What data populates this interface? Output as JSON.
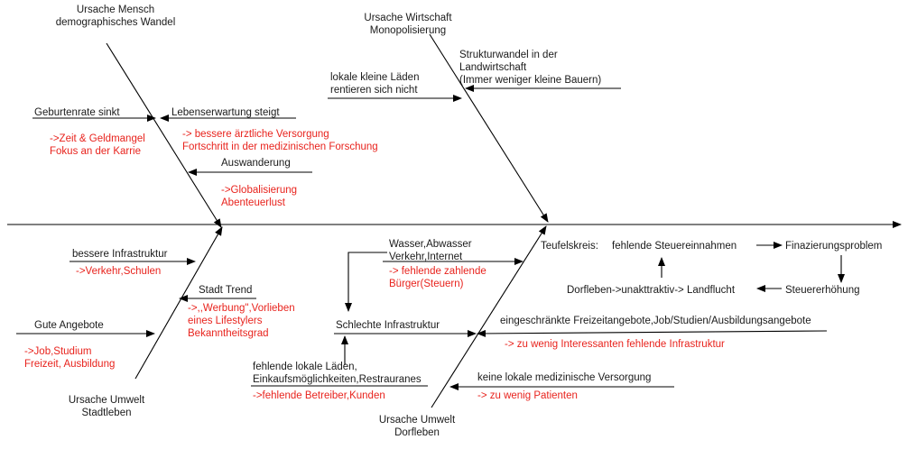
{
  "colors": {
    "line": "#000000",
    "text": "#1a1a1a",
    "note": "#e8231d"
  },
  "categories": {
    "mensch": {
      "title": [
        "Ursache Mensch",
        "demographisches Wandel"
      ]
    },
    "wirtschaft": {
      "title": [
        "Ursache Wirtschaft",
        "Monopolisierung"
      ]
    },
    "stadt": {
      "title": [
        "Ursache Umwelt",
        "Stadtleben"
      ]
    },
    "dorf": {
      "title": [
        "Ursache Umwelt",
        "Dorfleben"
      ]
    }
  },
  "causes": {
    "geburtenrate": {
      "label": [
        "Geburtenrate sinkt"
      ],
      "note": [
        "->Zeit & Geldmangel",
        "Fokus an der Karrie"
      ]
    },
    "lebenserwartung": {
      "label": [
        "Lebenserwartung steigt"
      ],
      "note": [
        "-> bessere ärztliche Versorgung",
        "Fortschritt in der medizinischen  Forschung"
      ]
    },
    "auswanderung": {
      "label": [
        "Auswanderung"
      ],
      "note": [
        "->Globalisierung",
        "Abenteuerlust"
      ]
    },
    "laeden": {
      "label": [
        "lokale kleine Läden",
        "rentieren sich nicht"
      ]
    },
    "strukturwandel": {
      "label": [
        "Strukturwandel in der",
        "Landwirtschaft",
        "(Immer weniger kleine Bauern)"
      ]
    },
    "infrastruktur_besser": {
      "label": [
        "bessere Infrastruktur"
      ],
      "note": [
        "->Verkehr,Schulen"
      ]
    },
    "trend": {
      "label": [
        "Stadt Trend"
      ],
      "note": [
        "->,,Werbung\",Vorlieben",
        "eines Lifestylers",
        "Bekanntheitsgrad"
      ]
    },
    "angebote": {
      "label": [
        "Gute Angebote"
      ],
      "note": [
        "->Job,Studium",
        "Freizeit, Ausbildung"
      ]
    },
    "wasser": {
      "label": [
        "Wasser,Abwasser",
        "Verkehr,Internet"
      ],
      "note": [
        "-> fehlende zahlende",
        "Bürger(Steuern)"
      ]
    },
    "schlechte_infra": {
      "label": [
        "Schlechte Infrastruktur"
      ]
    },
    "fehlende_laeden": {
      "label": [
        "fehlende lokale Läden,",
        "Einkaufsmöglichkeiten,Restrauranes"
      ],
      "note": [
        "->fehlende Betreiber,Kunden"
      ]
    },
    "freizeit": {
      "label": [
        "eingeschränkte Freizeitangebote,Job/Studien/Ausbildungsangebote"
      ],
      "note": [
        "-> zu wenig Interessanten fehlende Infrastruktur"
      ]
    },
    "medizin": {
      "label": [
        "keine lokale medizinische Versorgung"
      ],
      "note": [
        "-> zu wenig Patienten"
      ]
    }
  },
  "cycle": {
    "title": "Teufelskreis:",
    "steuereinnahmen": "fehlende Steuereinnahmen",
    "finanzierung": "Finazierungsproblem",
    "steuererhoehung": "Steuererhöhung",
    "landflucht": "Dorfleben->unakttraktiv-> Landflucht"
  }
}
